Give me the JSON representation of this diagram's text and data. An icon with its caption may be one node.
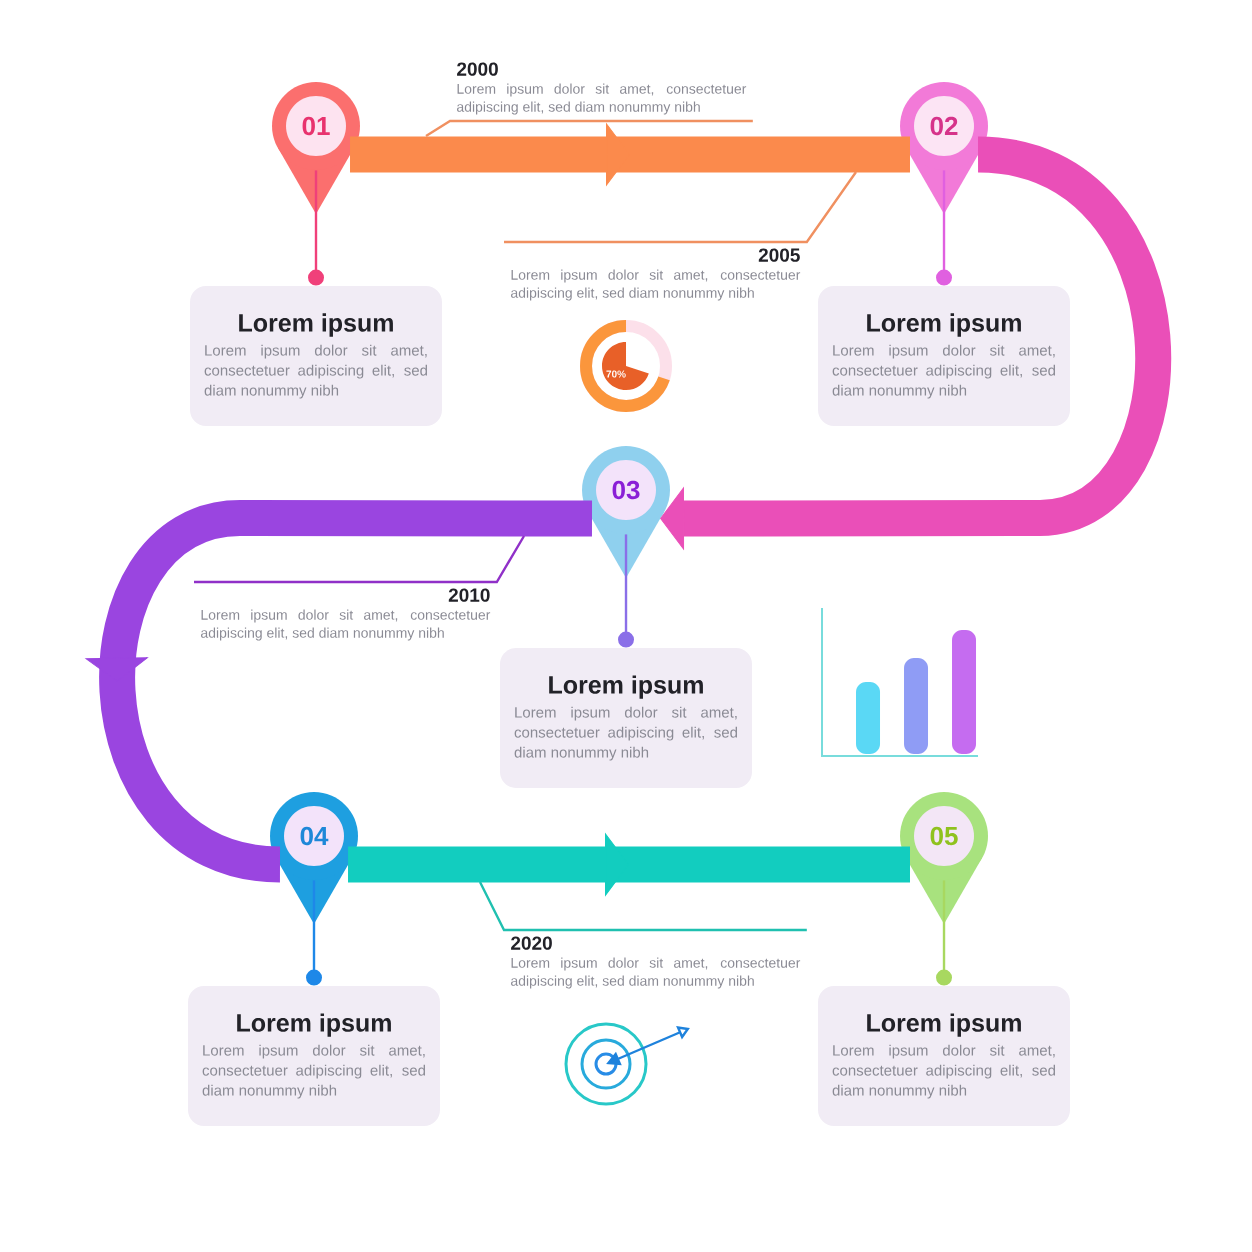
{
  "diagram": {
    "nodes": [
      {
        "text": [
          "01"
        ]
      },
      {
        "text": [
          "02"
        ]
      },
      {
        "text": [
          "03"
        ]
      },
      {
        "text": [
          "04"
        ]
      },
      {
        "text": [
          "05"
        ]
      },
      {
        "text": [
          "Lorem ipsum",
          "Lorem ipsum dolor sit amet, consectetuer adipiscing elit, sed diam nonummy nibh"
        ]
      },
      {
        "text": [
          "Lorem ipsum",
          "Lorem ipsum dolor sit amet, consectetuer adipiscing elit, sed diam nonummy nibh"
        ]
      },
      {
        "text": [
          "Lorem ipsum",
          "Lorem ipsum dolor sit amet, consectetuer adipiscing elit, sed diam nonummy nibh"
        ]
      },
      {
        "text": [
          "Lorem ipsum",
          "Lorem ipsum dolor sit amet, consectetuer adipiscing elit, sed diam nonummy nibh"
        ]
      },
      {
        "text": [
          "Lorem ipsum",
          "Lorem ipsum dolor sit amet, consectetuer adipiscing elit, sed diam nonummy nibh"
        ]
      },
      {
        "text": [
          "2000",
          "Lorem ipsum dolor sit amet, consectetuer adipiscing elit, sed diam nonummy nibh"
        ]
      },
      {
        "text": [
          "2005",
          "Lorem ipsum dolor sit amet, consectetuer adipiscing elit, sed diam nonummy nibh"
        ]
      },
      {
        "text": [
          "2010",
          "Lorem ipsum dolor sit amet, consectetuer adipiscing elit, sed diam nonummy nibh"
        ]
      },
      {
        "text": [
          "2020",
          "Lorem ipsum dolor sit amet, consectetuer adipiscing elit, sed diam nonummy nibh"
        ]
      }
    ],
    "edges": [
      {
        "from": 0,
        "to": 1,
        "arrow": "to",
        "style": "thick",
        "color": "#fb8a4c"
      },
      {
        "from": 1,
        "to": 2,
        "arrow": "to",
        "style": "thick",
        "color": "#ea4fb8"
      },
      {
        "from": 2,
        "to": 3,
        "arrow": "to",
        "style": "thick",
        "color": "#9a45e0"
      },
      {
        "from": 3,
        "to": 4,
        "arrow": "to",
        "style": "thick",
        "color": "#12cdbf"
      },
      {
        "from": 0,
        "to": 5,
        "arrow": "other",
        "color": "#f0407a"
      },
      {
        "from": 1,
        "to": 6,
        "arrow": "other",
        "color": "#e060e0"
      },
      {
        "from": 2,
        "to": 7,
        "arrow": "other",
        "color": "#8a6fe8"
      },
      {
        "from": 3,
        "to": 8,
        "arrow": "other",
        "color": "#1e88e8"
      },
      {
        "from": 4,
        "to": 9,
        "arrow": "other",
        "color": "#a8d860"
      },
      {
        "from": 10,
        "to": null,
        "arrow": "none",
        "color": "#f09060"
      },
      {
        "from": 11,
        "to": null,
        "arrow": "none",
        "color": "#f09060"
      },
      {
        "from": 12,
        "to": null,
        "arrow": "none",
        "color": "#9030c8"
      },
      {
        "from": 13,
        "to": null,
        "arrow": "none",
        "color": "#20c0b0"
      }
    ],
    "labels": [
      "70%"
    ]
  }
}
